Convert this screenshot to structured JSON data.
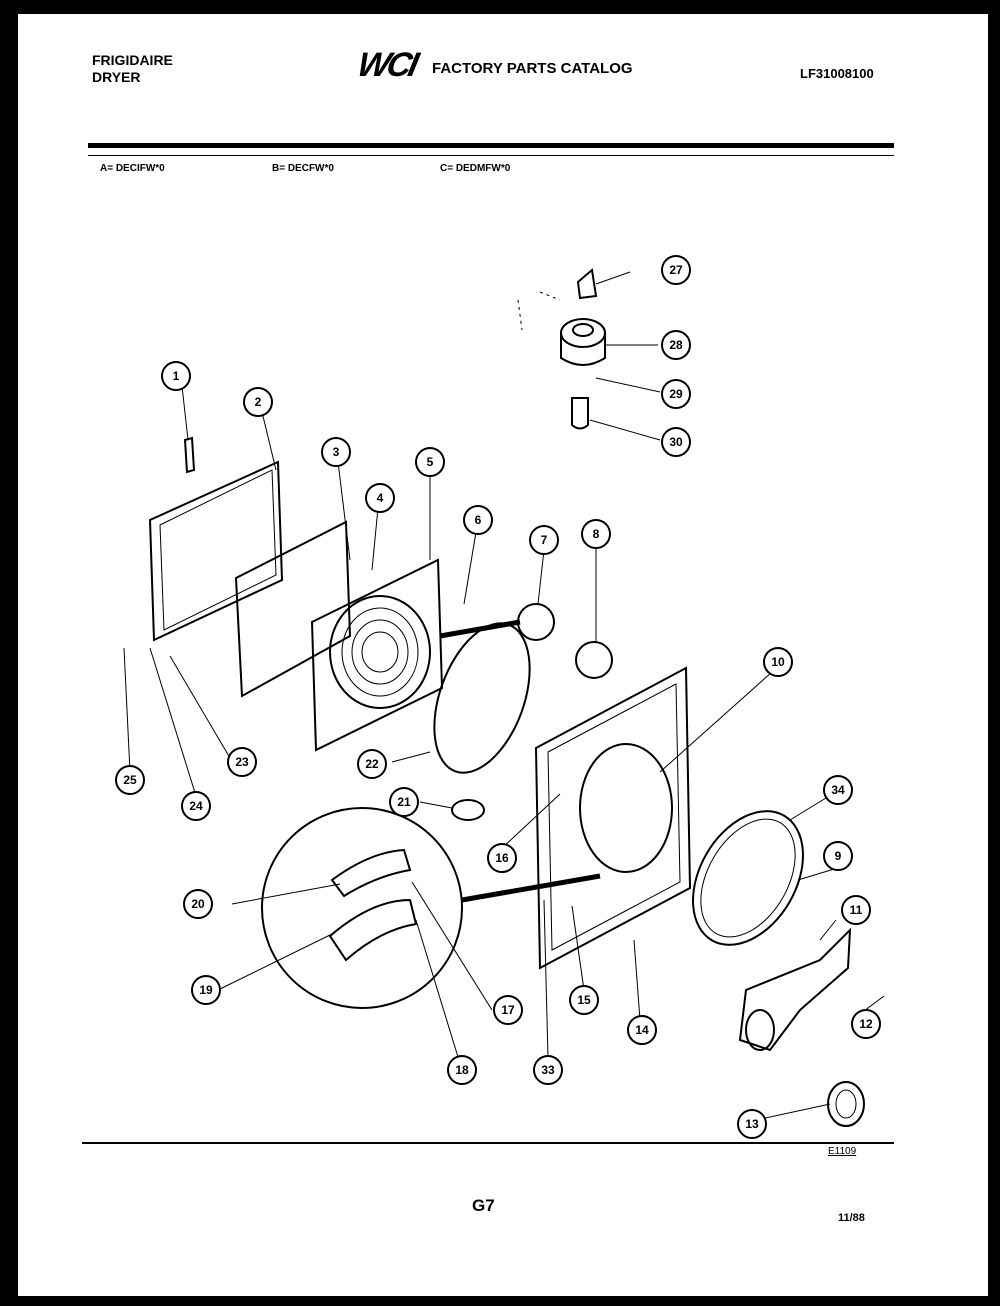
{
  "header": {
    "brand_line1": "FRIGIDAIRE",
    "brand_line2": "DRYER",
    "logo": "WCI",
    "catalog_title": "FACTORY PARTS CATALOG",
    "catalog_number": "LF31008100"
  },
  "models": [
    {
      "code": "A= DECIFW*0"
    },
    {
      "code": "B= DECFW*0"
    },
    {
      "code": "C= DEDMFW*0"
    }
  ],
  "diagram_ref": "E1109",
  "footer": {
    "page": "G7",
    "date": "11/88"
  },
  "callouts": [
    "1",
    "2",
    "3",
    "4",
    "5",
    "6",
    "7",
    "8",
    "9",
    "10",
    "11",
    "12",
    "13",
    "14",
    "15",
    "16",
    "17",
    "18",
    "19",
    "20",
    "21",
    "22",
    "23",
    "24",
    "25",
    "27",
    "28",
    "29",
    "30",
    "33",
    "34"
  ]
}
